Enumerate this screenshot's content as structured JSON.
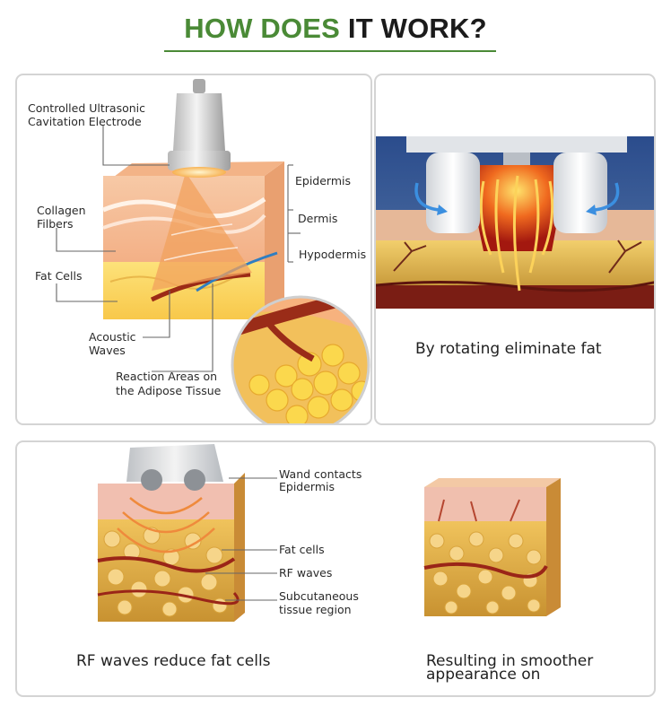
{
  "title": {
    "part1": "HOW DOES",
    "part2": "IT WORK?",
    "colors": {
      "green": "#4a8a36",
      "dark": "#1b1b1b"
    }
  },
  "panel1": {
    "electrode_label": [
      "Controlled Ultrasonic",
      "Cavitation Electrode"
    ],
    "collagen_label": [
      "Collagen",
      "Filbers"
    ],
    "fat_label": "Fat Cells",
    "acoustic_label": [
      "Acoustic",
      "Waves"
    ],
    "reaction_label": [
      "Reaction Areas on",
      "the Adipose Tissue"
    ],
    "layers": [
      "Epidermis",
      "Dermis",
      "Hypodermis"
    ]
  },
  "panel2": {
    "caption": "By rotating eliminate fat"
  },
  "panel3": {
    "wand_label": [
      "Wand contacts",
      "Epidermis"
    ],
    "fat_label": "Fat cells",
    "rf_label": "RF waves",
    "subq_label": [
      "Subcutaneous",
      "tissue region"
    ],
    "caption_left": "RF waves reduce fat cells",
    "caption_right": [
      "Resulting in smoother",
      "appearance on"
    ]
  }
}
